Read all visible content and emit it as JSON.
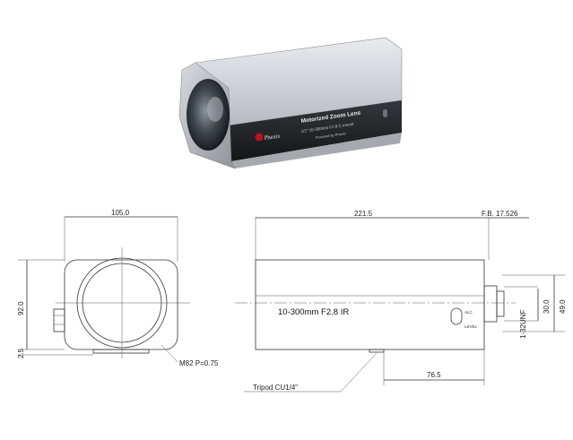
{
  "product": {
    "label_title": "Motorized Zoom Lens",
    "label_spec": "1/2\" 10-300mm F2.8 C mount",
    "label_brand": "Phenix",
    "label_powered": "Powered by Phenix"
  },
  "front_view": {
    "width_dim": "105.0",
    "height_dim": "92.0",
    "offset_dim": "2.5",
    "thread_label": "M82 P=0.75"
  },
  "side_view": {
    "length_dim": "221.5",
    "fb_dim": "F.B. 17.526",
    "lens_text": "10-300mm F2.8 IR",
    "alc_label": "ALC",
    "level_label": "LEVEL",
    "mount_label": "1-32UNF",
    "mount_dia_dim": "30.0",
    "height_dim": "49.0",
    "tripod_offset_dim": "76.5",
    "tripod_label": "Tripod CU1/4\""
  },
  "colors": {
    "line": "#333333",
    "body_light": "#c9ccd0",
    "body_dark": "#222426",
    "accent": "#b8141e"
  }
}
